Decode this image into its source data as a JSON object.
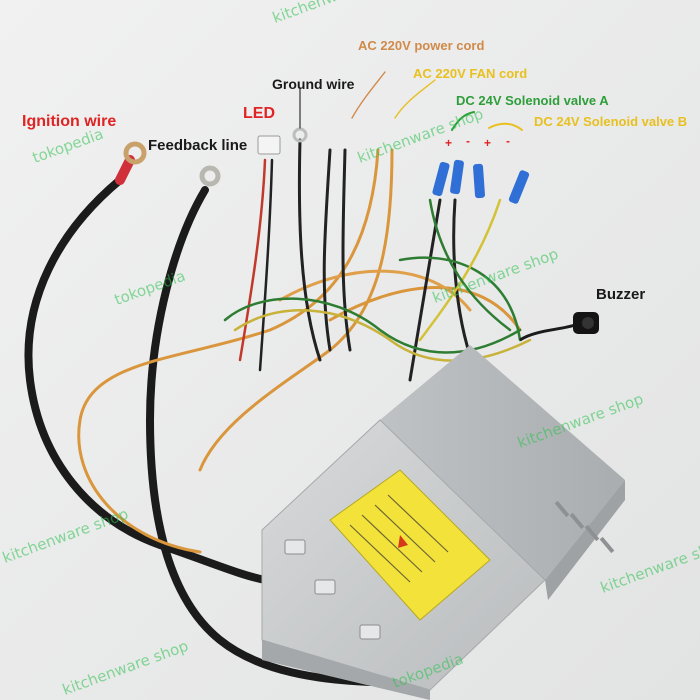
{
  "labels": {
    "ignition_wire": "Ignition wire",
    "feedback_line": "Feedback line",
    "led": "LED",
    "ground_wire": "Ground wire",
    "ac_power_cord": "AC 220V power cord",
    "ac_fan_cord": "AC 220V  FAN cord",
    "dc_valve_a": "DC 24V  Solenoid valve A",
    "dc_valve_b": "DC 24V  Solenoid valve B",
    "buzzer": "Buzzer",
    "polarity_plus": "+",
    "polarity_minus": "-"
  },
  "watermarks": {
    "brand_a": "kitchenware shop",
    "brand_b": "tokopedia"
  },
  "colors": {
    "background": "#ececec",
    "ignition_label": "#e02424",
    "led_label": "#e02424",
    "dark_label": "#1a1a1a",
    "power_cord_label": "#d08a4a",
    "fan_cord_label": "#e8c020",
    "valve_a_label": "#2e9e3a",
    "valve_b_label": "#e8c020",
    "watermark": "#2bc24e",
    "controller_body": "#c9cbcc",
    "warning_sticker": "#f2e23a"
  }
}
